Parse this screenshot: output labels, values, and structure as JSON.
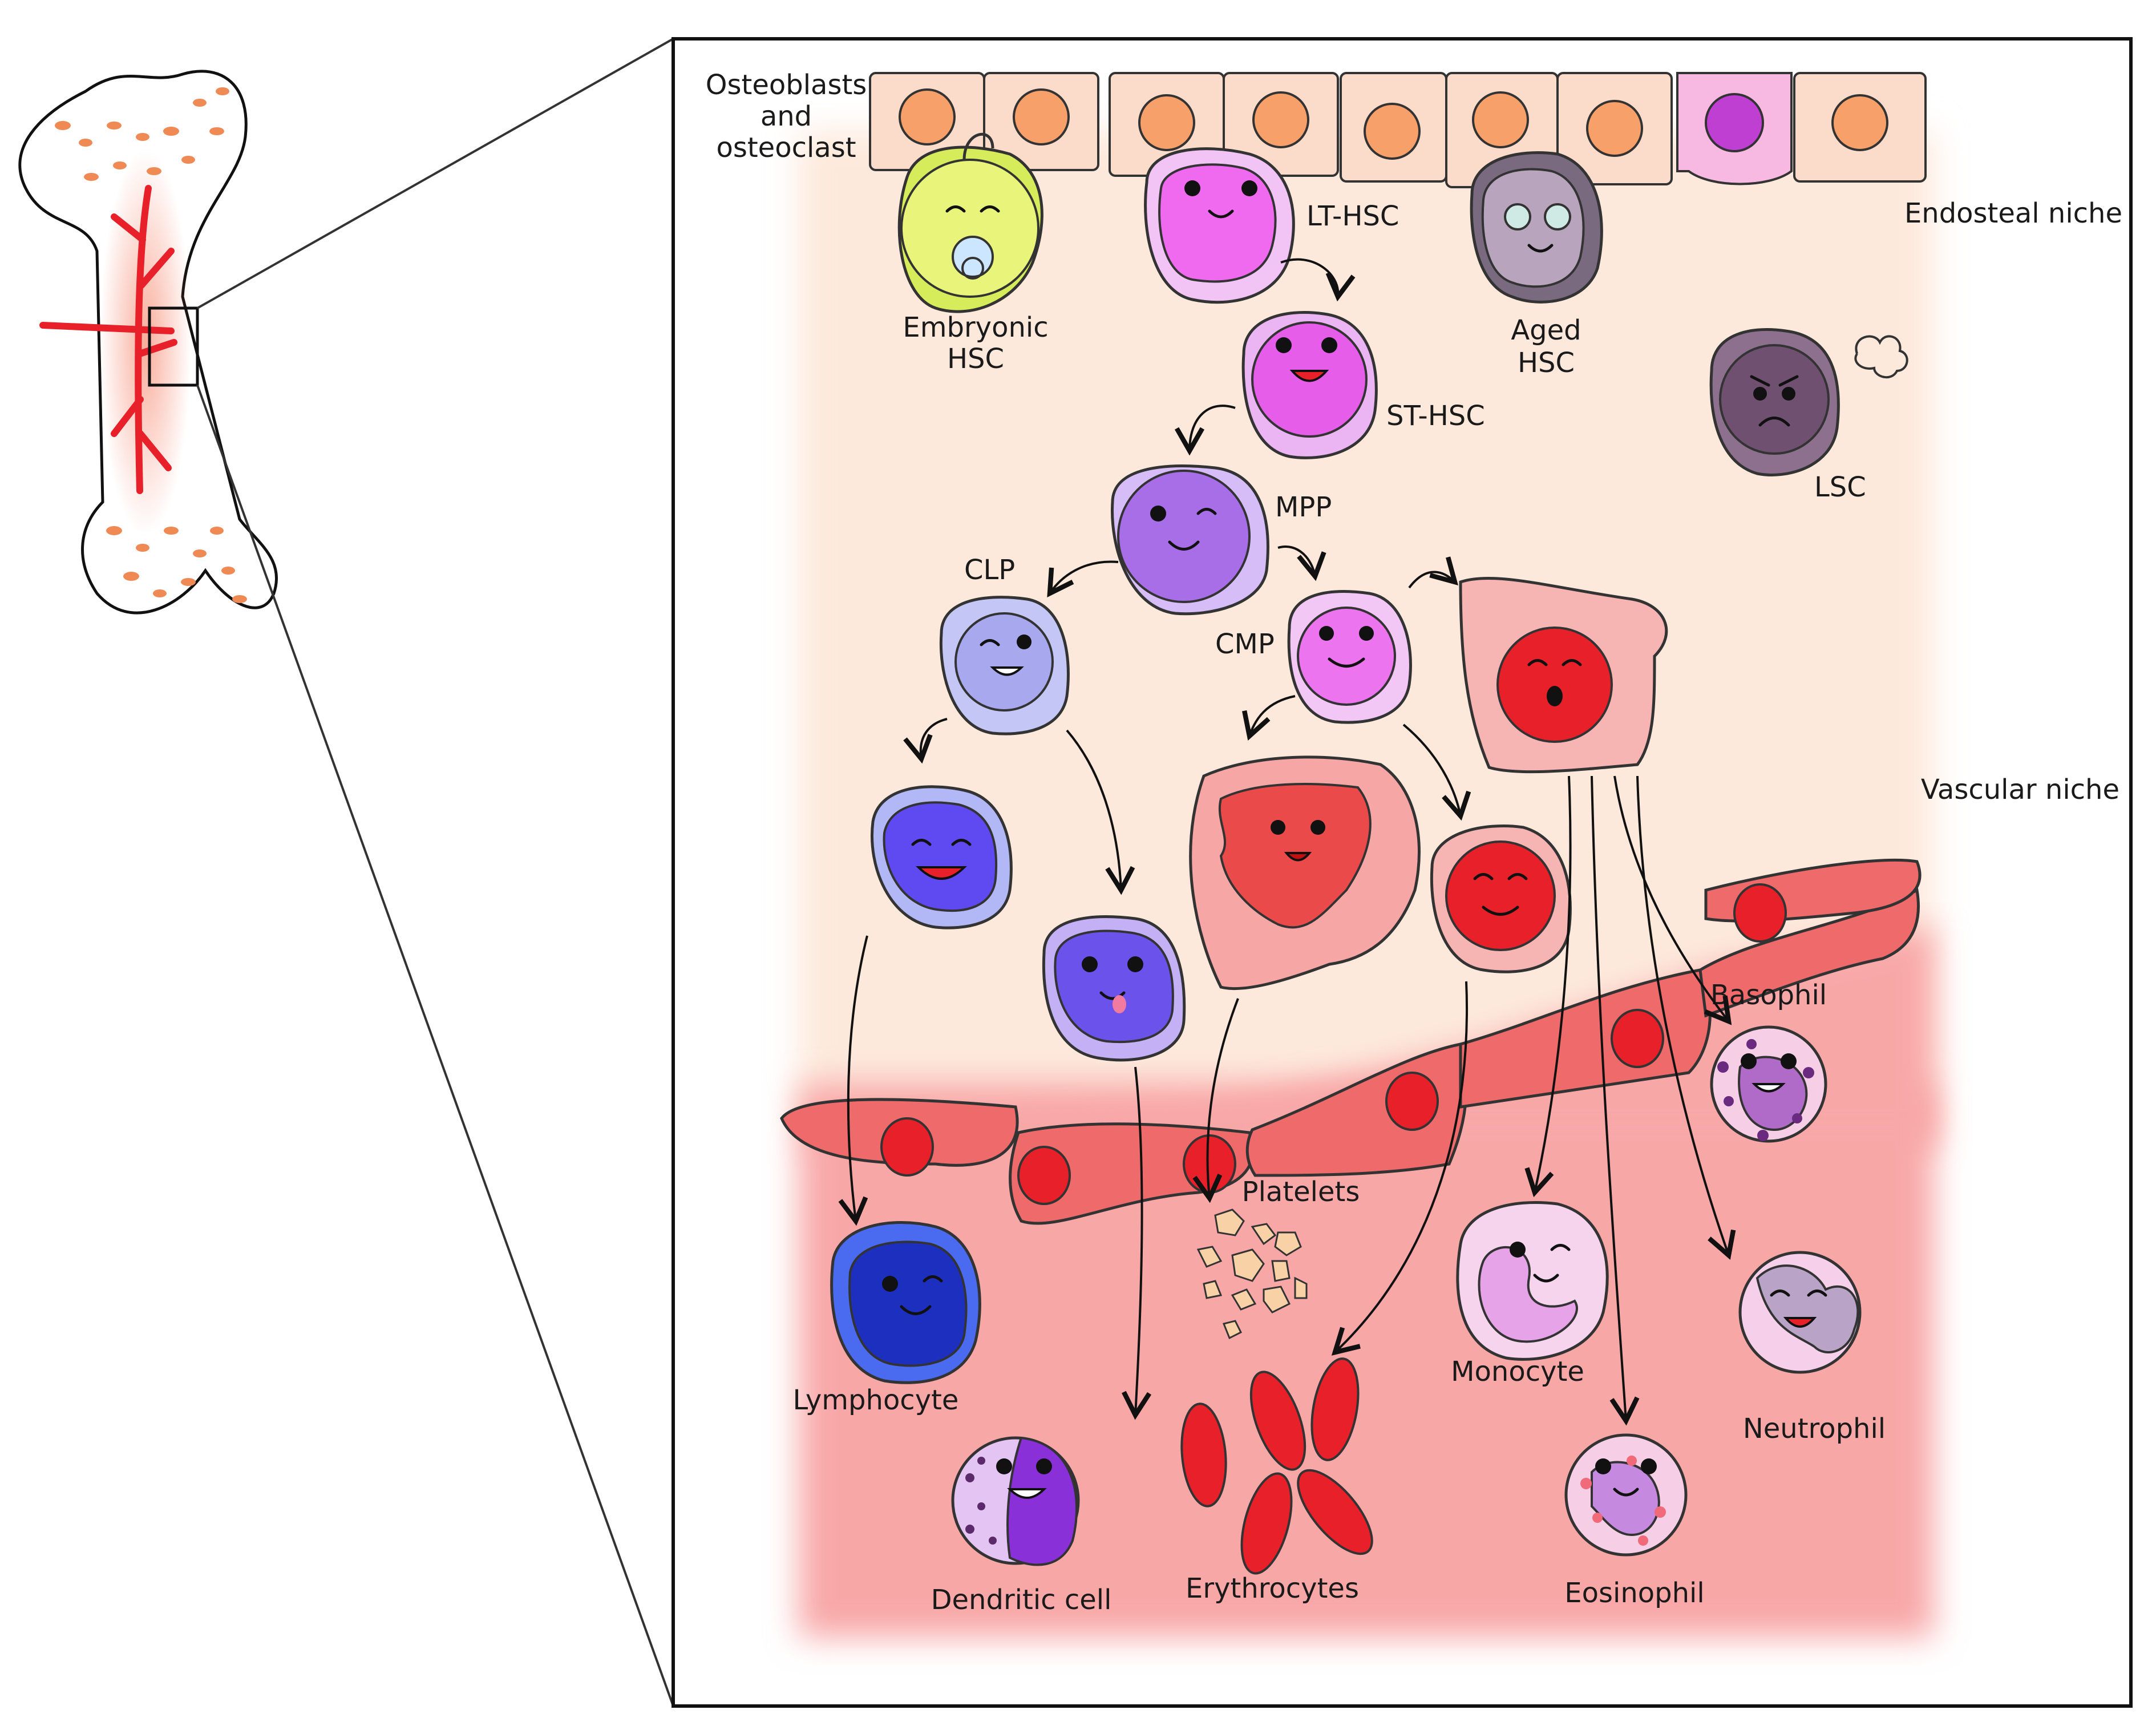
{
  "labels": {
    "osteo_line1": "Osteoblasts",
    "osteo_line2": "and",
    "osteo_line3": "osteoclast",
    "endosteal_niche": "Endosteal niche",
    "vascular_niche": "Vascular niche",
    "embryonic_line1": "Embryonic",
    "embryonic_line2": "HSC",
    "lt_hsc": "LT-HSC",
    "st_hsc": "ST-HSC",
    "aged_line1": "Aged",
    "aged_line2": "HSC",
    "lsc": "LSC",
    "mpp": "MPP",
    "clp": "CLP",
    "cmp": "CMP",
    "platelets": "Platelets",
    "basophil": "Basophil",
    "lymphocyte": "Lymphocyte",
    "monocyte": "Monocyte",
    "neutrophil": "Neutrophil",
    "dendritic": "Dendritic cell",
    "erythrocytes": "Erythrocytes",
    "eosinophil": "Eosinophil"
  },
  "colors": {
    "endosteal_bg": "#fde9dc",
    "vascular_bg": "#f8a7a7",
    "osteoblast": "#fbdccb",
    "osteoblast_nucleus": "#f7a06a",
    "osteoclast": "#f7b9e2",
    "osteoclast_nucleus": "#c03fd3",
    "endothelium": "#ef6a6a",
    "endothelium_nucleus": "#e8202a",
    "bone_marrow_vessel": "#e8202a"
  }
}
